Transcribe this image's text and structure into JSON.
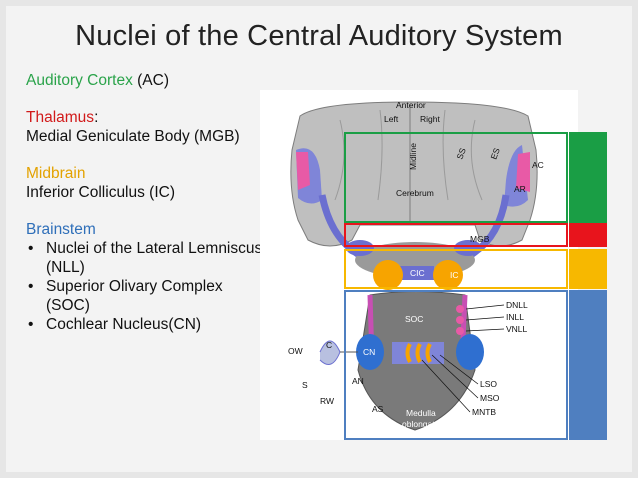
{
  "title": "Nuclei of the Central Auditory System",
  "left_text": {
    "cortex": {
      "name": "Auditory Cortex",
      "abbr": "(AC)"
    },
    "thalamus": {
      "heading": "Thalamus",
      "colon": ":",
      "item": "Medial Geniculate Body (MGB)"
    },
    "midbrain": {
      "heading": "Midbrain",
      "item": "Inferior Colliculus (IC)"
    },
    "brainstem": {
      "heading": "Brainstem",
      "items": [
        "Nuclei of the Lateral Lemniscus (NLL)",
        "Superior Olivary Complex (SOC)",
        "Cochlear Nucleus(CN)"
      ]
    }
  },
  "diagram_labels": {
    "anterior": "Anterior",
    "left": "Left",
    "right": "Right",
    "midline": "Midline",
    "ss": "SS",
    "es": "ES",
    "ac": "AC",
    "ar": "AR",
    "cerebrum": "Cerebrum",
    "mgb": "MGB",
    "cic": "CIC",
    "ic": "IC",
    "dnll": "DNLL",
    "inll": "INLL",
    "vnll": "VNLL",
    "soc": "SOC",
    "ow": "OW",
    "c": "C",
    "cn": "CN",
    "an": "AN",
    "s": "S",
    "rw": "RW",
    "as": "AS",
    "lso": "LSO",
    "mso": "MSO",
    "mntb": "MNTB",
    "medulla": "Medulla",
    "oblongata": "oblongata"
  },
  "colors": {
    "cortex": "#2aa34a",
    "thalamus": "#d11a1a",
    "midbrain": "#e3a200",
    "brainstem": "#2f6fb9",
    "green_bar": "#1a9e45",
    "red_bar": "#e8141c",
    "orange_bar": "#f7b800",
    "blue_bar": "#4f7fc0"
  }
}
